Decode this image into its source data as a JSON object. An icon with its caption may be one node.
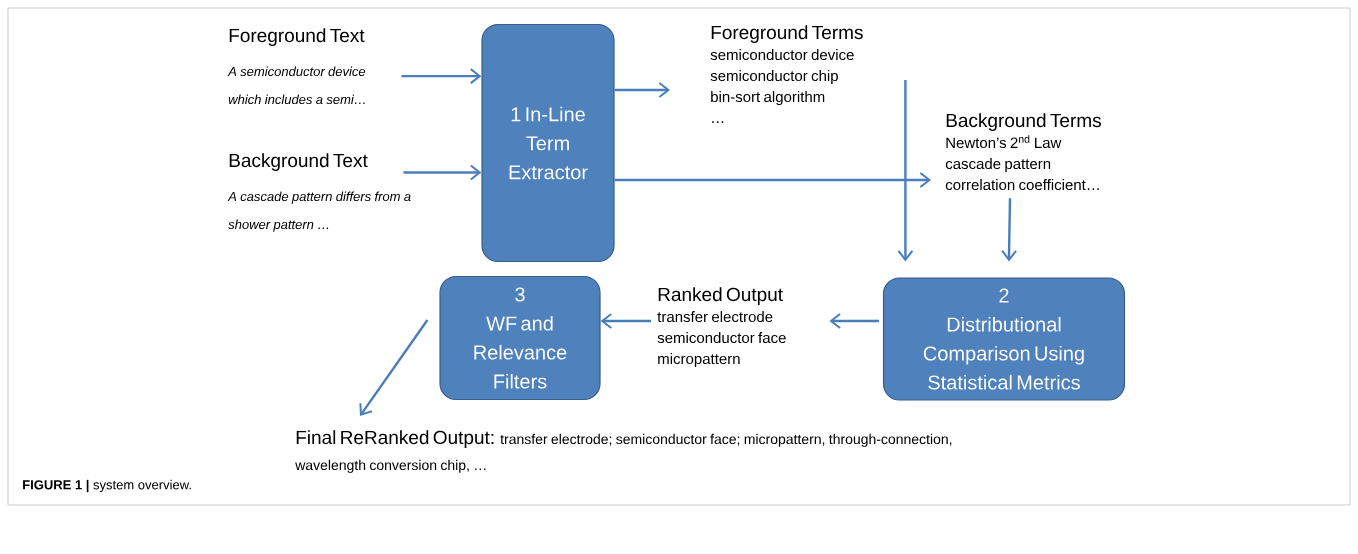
{
  "diagram": {
    "caption": "**FIGURE 1 |** system overview.",
    "nodes": [
      {
        "text": [
          "Foreground Text",
          "A semiconductor device which includes a semi…"
        ]
      },
      {
        "text": [
          "Background Text",
          "A cascade pattern  differs from a shower pattern …"
        ]
      },
      {
        "text": [
          "1 In-Line Term Extractor"
        ]
      },
      {
        "text": [
          "Foreground Terms",
          "semiconductor device",
          "semiconductor chip",
          "bin-sort algorithm",
          "…"
        ]
      },
      {
        "text": [
          "Background Terms",
          "Newton’s 2$^{nd}$ Law",
          "cascade pattern",
          "correlation coefficient…"
        ]
      },
      {
        "text": [
          "2",
          "Distributional Comparison Using Statistical Metrics"
        ]
      },
      {
        "text": [
          "Ranked Output",
          "transfer electrode",
          "semiconductor face",
          "micropattern"
        ]
      },
      {
        "text": [
          "3",
          "WF and Relevance Filters"
        ]
      },
      {
        "text": [
          "Final ReRanked Output:",
          "transfer electrode; semiconductor face; micropattern, through-connection, wavelength conversion chip, …"
        ]
      }
    ],
    "edges": [
      {
        "from": 0,
        "to": 2,
        "arrow": "to"
      },
      {
        "from": 1,
        "to": 2,
        "arrow": "to"
      },
      {
        "from": 2,
        "to": 3,
        "arrow": "to"
      },
      {
        "from": 2,
        "to": 4,
        "arrow": "to"
      },
      {
        "from": 3,
        "to": 5,
        "arrow": "to"
      },
      {
        "from": 4,
        "to": 5,
        "arrow": "to"
      },
      {
        "from": 5,
        "to": 6,
        "arrow": "to"
      },
      {
        "from": 6,
        "to": 7,
        "arrow": "to"
      },
      {
        "from": 7,
        "to": 8,
        "arrow": "to"
      }
    ]
  }
}
